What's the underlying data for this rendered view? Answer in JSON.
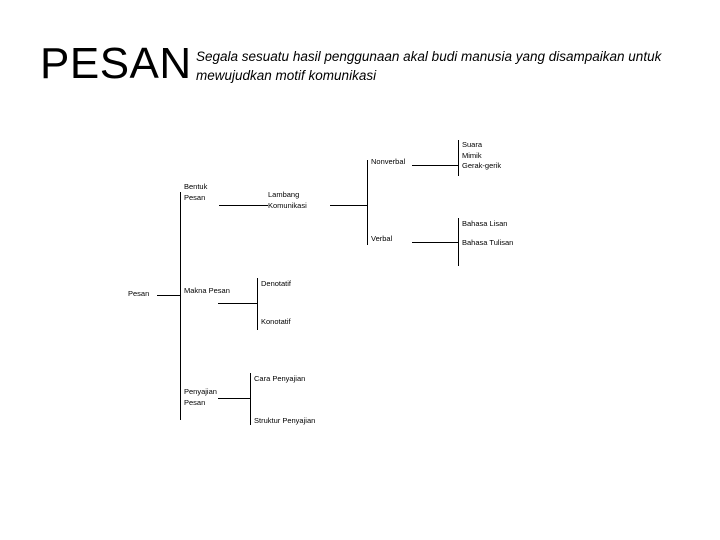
{
  "slide": {
    "title": "PESAN",
    "subtitle": "Segala sesuatu hasil penggunaan akal budi manusia yang disampaikan untuk mewujudkan motif komunikasi",
    "background_color": "#ffffff",
    "text_color": "#000000",
    "line_color": "#000000"
  },
  "diagram": {
    "type": "tree",
    "root": "Pesan",
    "nodes": {
      "root": "Pesan",
      "bentuk_pesan": "Bentuk\nPesan",
      "lambang_komunikasi": "Lambang\nKomunikasi",
      "nonverbal": "Nonverbal",
      "verbal": "Verbal",
      "nonverbal_items": "Suara\nMimik\nGerak-gerik",
      "bahasa_lisan": "Bahasa Lisan",
      "bahasa_tulisan": "Bahasa Tulisan",
      "makna_pesan": "Makna Pesan",
      "denotatif": "Denotatif",
      "konotatif": "Konotatif",
      "penyajian_pesan": "Penyajian\nPesan",
      "cara_penyajian": "Cara Penyajian",
      "struktur_penyajian": "Struktur Penyajian"
    },
    "hierarchy": [
      {
        "label": "Pesan",
        "children": [
          {
            "label": "Bentuk Pesan",
            "children": [
              {
                "label": "Lambang Komunikasi",
                "children": [
                  {
                    "label": "Nonverbal",
                    "children": [
                      {
                        "label": "Suara"
                      },
                      {
                        "label": "Mimik"
                      },
                      {
                        "label": "Gerak-gerik"
                      }
                    ]
                  },
                  {
                    "label": "Verbal",
                    "children": [
                      {
                        "label": "Bahasa Lisan"
                      },
                      {
                        "label": "Bahasa Tulisan"
                      }
                    ]
                  }
                ]
              }
            ]
          },
          {
            "label": "Makna Pesan",
            "children": [
              {
                "label": "Denotatif"
              },
              {
                "label": "Konotatif"
              }
            ]
          },
          {
            "label": "Penyajian Pesan",
            "children": [
              {
                "label": "Cara Penyajian"
              },
              {
                "label": "Struktur Penyajian"
              }
            ]
          }
        ]
      }
    ]
  }
}
